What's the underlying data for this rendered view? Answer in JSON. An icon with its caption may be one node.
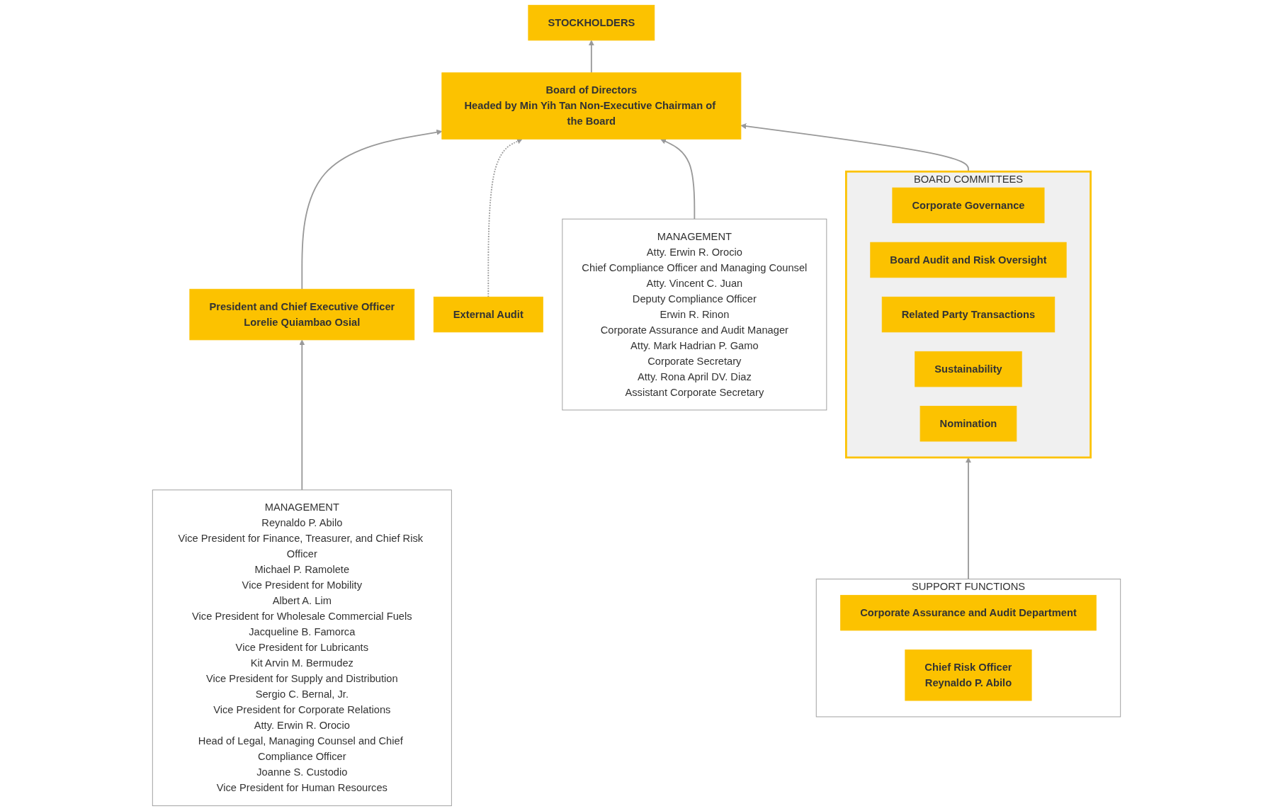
{
  "diagram": {
    "nodes": [
      {
        "text": [
          "STOCKHOLDERS"
        ]
      },
      {
        "text": [
          "Board of Directors",
          "Headed by Min Yih Tan Non-Executive Chairman of the Board"
        ]
      },
      {
        "text": [
          "External Audit"
        ]
      },
      {
        "text": [
          "President and Chief Executive Officer",
          "Lorelie Quiambao Osial"
        ]
      },
      {
        "text": [
          "MANAGEMENT",
          "Reynaldo P. Abilo",
          "Vice President for Finance, Treasurer, and Chief Risk Officer",
          "Michael P. Ramolete",
          "Vice President for Mobility",
          "Albert A. Lim",
          "Vice President for Wholesale Commercial Fuels",
          "Jacqueline B. Famorca",
          "Vice President for Lubricants",
          "Kit Arvin M. Bermudez",
          "Vice President for Supply and Distribution",
          "Sergio C. Bernal, Jr.",
          "Vice President for Corporate Relations",
          "Atty. Erwin R. Orocio",
          "Head of Legal, Managing Counsel and Chief Compliance Officer",
          "Joanne S. Custodio",
          "Vice President for Human Resources"
        ]
      },
      {
        "text": [
          "MANAGEMENT",
          "Atty. Erwin R. Orocio",
          "Chief Compliance Officer and Managing Counsel",
          "Atty. Vincent C. Juan",
          "Deputy Compliance Officer",
          "Erwin R. Rinon",
          "Corporate Assurance and Audit Manager",
          "Atty. Mark Hadrian P. Gamo",
          "Corporate Secretary",
          "Atty. Rona April DV. Diaz",
          "Assistant Corporate Secretary"
        ]
      },
      {
        "text": [
          "BOARD COMMITTEES"
        ]
      },
      {
        "text": [
          "Corporate Governance"
        ],
        "in": 6
      },
      {
        "text": [
          "Board Audit and Risk Oversight"
        ],
        "in": 6
      },
      {
        "text": [
          "Related Party Transactions"
        ],
        "in": 6
      },
      {
        "text": [
          "Sustainability"
        ],
        "in": 6
      },
      {
        "text": [
          "Nomination"
        ],
        "in": 6
      },
      {
        "text": [
          "SUPPORT FUNCTIONS"
        ]
      },
      {
        "text": [
          "Corporate Assurance and Audit Department"
        ],
        "in": 12
      },
      {
        "text": [
          "Chief Risk Officer",
          "Reynaldo P. Abilo"
        ],
        "in": 12
      }
    ],
    "edges": [
      {
        "from": 1,
        "to": 0,
        "arrow": "to"
      },
      {
        "from": 3,
        "to": 1,
        "arrow": "to"
      },
      {
        "from": 2,
        "to": 1,
        "arrow": "to",
        "style": "dashed"
      },
      {
        "from": 4,
        "to": 3,
        "arrow": "to"
      },
      {
        "from": 5,
        "to": 1,
        "arrow": "to"
      },
      {
        "from": 6,
        "to": 1,
        "arrow": "to"
      },
      {
        "from": 12,
        "to": 6,
        "arrow": "to"
      }
    ]
  }
}
